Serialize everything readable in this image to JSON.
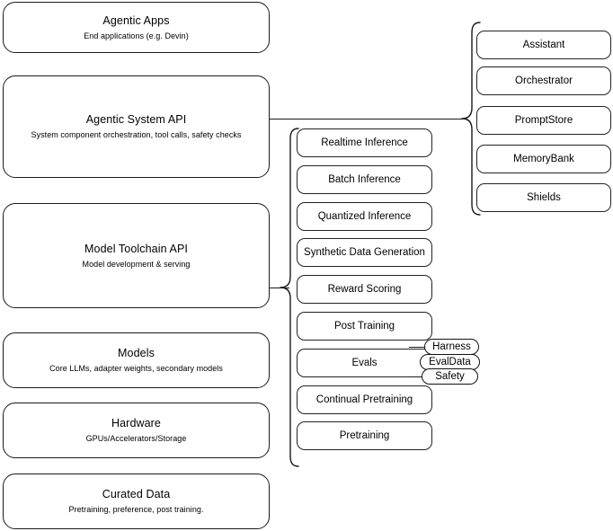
{
  "diagram": {
    "title": "Agentic stack layered architecture",
    "stroke_color": "#1a1a1a",
    "background_color": "#ffffff"
  },
  "layers": [
    {
      "id": "agentic-apps",
      "title": "Agentic Apps",
      "subtitle": "End applications (e.g. Devin)"
    },
    {
      "id": "agentic-system-api",
      "title": "Agentic System API",
      "subtitle": "System component orchestration, tool calls, safety checks"
    },
    {
      "id": "model-toolchain-api",
      "title": "Model Toolchain API",
      "subtitle": "Model development & serving"
    },
    {
      "id": "models",
      "title": "Models",
      "subtitle": "Core LLMs, adapter weights, secondary models"
    },
    {
      "id": "hardware",
      "title": "Hardware",
      "subtitle": "GPUs/Accelerators/Storage"
    },
    {
      "id": "curated-data",
      "title": "Curated Data",
      "subtitle": "Pretraining, preference, post training."
    }
  ],
  "toolchain_capabilities": [
    {
      "id": "realtime-inference",
      "label": "Realtime Inference"
    },
    {
      "id": "batch-inference",
      "label": "Batch Inference"
    },
    {
      "id": "quantized-inference",
      "label": "Quantized Inference"
    },
    {
      "id": "synthetic-data-generation",
      "label": "Synthetic Data Generation"
    },
    {
      "id": "reward-scoring",
      "label": "Reward Scoring"
    },
    {
      "id": "post-training",
      "label": "Post Training"
    },
    {
      "id": "evals",
      "label": "Evals"
    },
    {
      "id": "continual-pretraining",
      "label": "Continual Pretraining"
    },
    {
      "id": "pretraining",
      "label": "Pretraining"
    }
  ],
  "evals_subcomponents": [
    {
      "id": "harness",
      "label": "Harness"
    },
    {
      "id": "evaldata",
      "label": "EvalData"
    },
    {
      "id": "safety",
      "label": "Safety"
    }
  ],
  "system_components": [
    {
      "id": "assistant",
      "label": "Assistant"
    },
    {
      "id": "orchestrator",
      "label": "Orchestrator"
    },
    {
      "id": "promptstore",
      "label": "PromptStore"
    },
    {
      "id": "memorybank",
      "label": "MemoryBank"
    },
    {
      "id": "shields",
      "label": "Shields"
    }
  ]
}
